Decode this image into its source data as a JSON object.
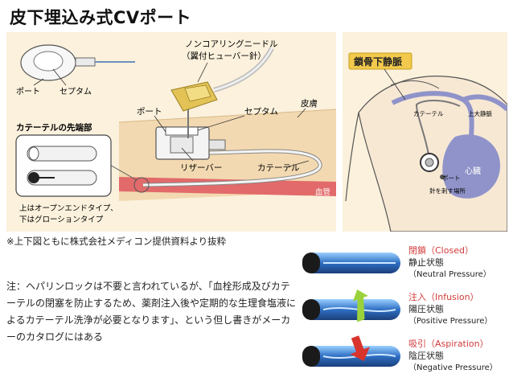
{
  "title": "皮下埋込み式CVポート",
  "left_diagram": {
    "top_view": {
      "label_port": "ポート",
      "label_septum": "セプタム"
    },
    "needle_label_line1": "ノンコアリングニードル",
    "needle_label_line2": "（翼付ヒューバー針）",
    "label_port": "ポート",
    "label_septum": "セプタム",
    "label_skin": "皮膚",
    "catheter_tip_heading": "カテーテルの先端部",
    "label_reservoir": "リザーバー",
    "label_catheter": "カテーテル",
    "label_vessel": "血管",
    "tip_note_line1": "上はオープンエンドタイプ、",
    "tip_note_line2": "下はグローションタイプ"
  },
  "right_diagram": {
    "badge": "鎖骨下静脈",
    "label_catheter": "カテーテル",
    "label_svc": "上大静脈",
    "label_heart": "心臓",
    "label_port": "ポート",
    "label_puncture": "針を刺す場所"
  },
  "credit": "※上下図ともに株式会社メディコン提供資料より抜粋",
  "note": "注：ヘパリンロックは不要と言われているが、「血栓形成及びカテーテルの閉塞を防止するため、薬剤注入後や定期的な生理食塩液によるカテーテル洗浄が必要となります」、という但し書きがメーカーのカタログにはある",
  "pressure_states": [
    {
      "title": "閉鎖（Closed）",
      "state": "静止状態",
      "english": "（Neutral Pressure）"
    },
    {
      "title": "注入（Infusion）",
      "state": "陽圧状態",
      "english": "（Positive Pressure）"
    },
    {
      "title": "吸引（Aspiration）",
      "state": "陰圧状態",
      "english": "（Negative Pressure）"
    }
  ],
  "colors": {
    "panel_bg": "#fbf1dc",
    "skin": "#f3d9b1",
    "vessel": "#e26a6a",
    "badge_bg": "#f2c94c",
    "pressure_title": "#d23a3a",
    "vein": "#8f93c9",
    "tube_blue": "#2f6fc4",
    "arrow_green": "#9bd23c",
    "arrow_red": "#d8342b"
  }
}
